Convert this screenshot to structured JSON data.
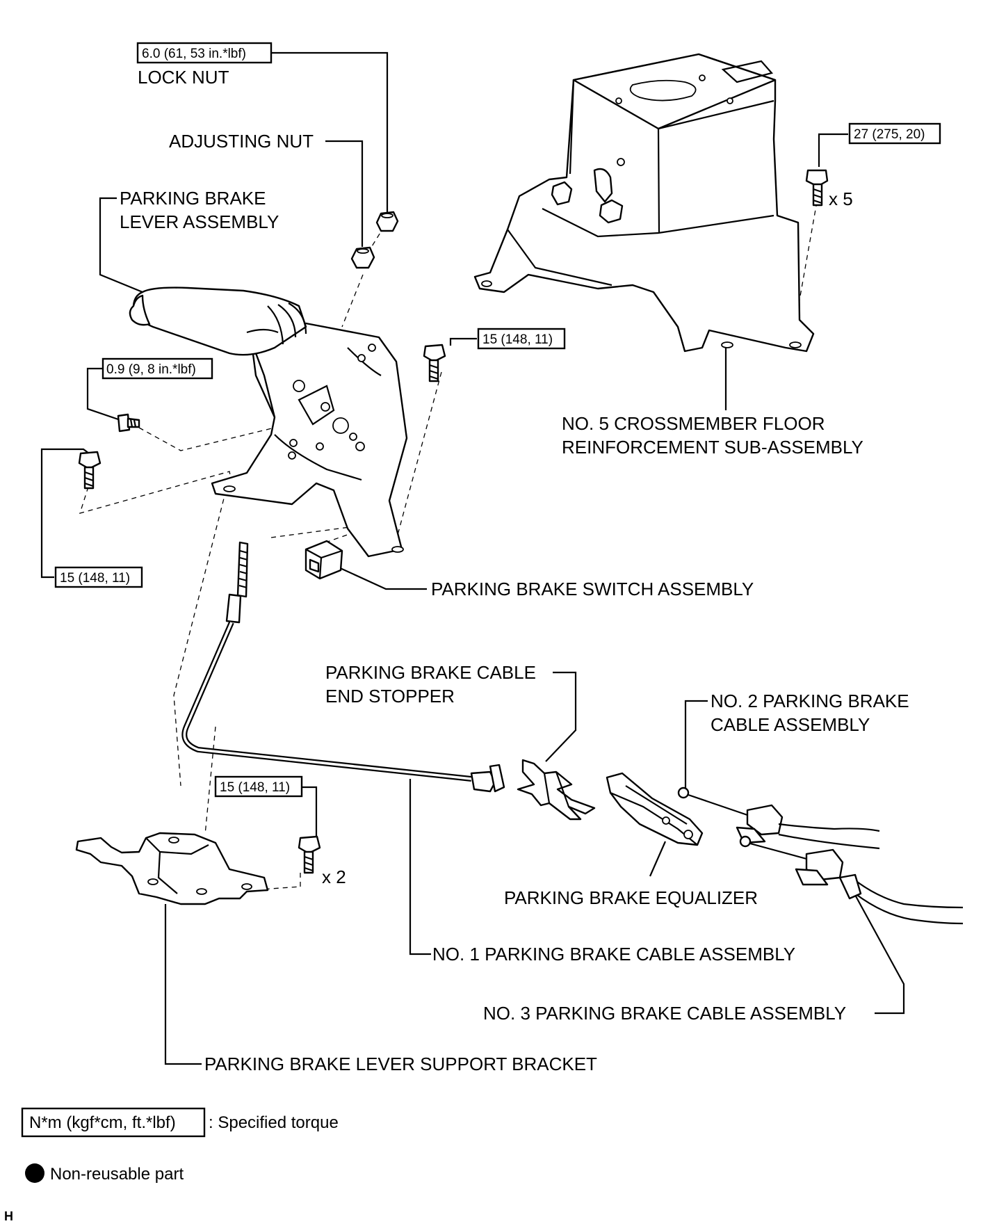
{
  "torques": {
    "lock_nut": "6.0 (61, 53 in.*lbf)",
    "crossmember_bolt": "27 (275, 20)",
    "lever_bolt_right": "15 (148, 11)",
    "switch_screw": "0.9 (9, 8 in.*lbf)",
    "lever_bolt_left": "15 (148, 11)",
    "support_bracket_bolt": "15 (148, 11)"
  },
  "quantities": {
    "crossmember_bolts": "x 5",
    "support_bracket_bolts": "x 2"
  },
  "labels": {
    "lock_nut": "LOCK NUT",
    "adjusting_nut": "ADJUSTING NUT",
    "lever_assembly_line1": "PARKING BRAKE",
    "lever_assembly_line2": "LEVER ASSEMBLY",
    "crossmember_line1": "NO. 5 CROSSMEMBER FLOOR",
    "crossmember_line2": "REINFORCEMENT SUB-ASSEMBLY",
    "switch_assembly": "PARKING BRAKE SWITCH ASSEMBLY",
    "end_stopper_line1": "PARKING BRAKE CABLE",
    "end_stopper_line2": "END STOPPER",
    "no2_cable_line1": "NO. 2 PARKING BRAKE",
    "no2_cable_line2": "CABLE ASSEMBLY",
    "equalizer": "PARKING BRAKE EQUALIZER",
    "no1_cable": "NO. 1 PARKING BRAKE CABLE ASSEMBLY",
    "no3_cable": "NO. 3 PARKING BRAKE CABLE ASSEMBLY",
    "support_bracket": "PARKING BRAKE LEVER SUPPORT BRACKET"
  },
  "legend": {
    "torque_unit": "N*m (kgf*cm, ft.*lbf)",
    "torque_desc": ": Specified torque",
    "nonreusable_desc": "Non-reusable part"
  },
  "corner_mark": "H"
}
